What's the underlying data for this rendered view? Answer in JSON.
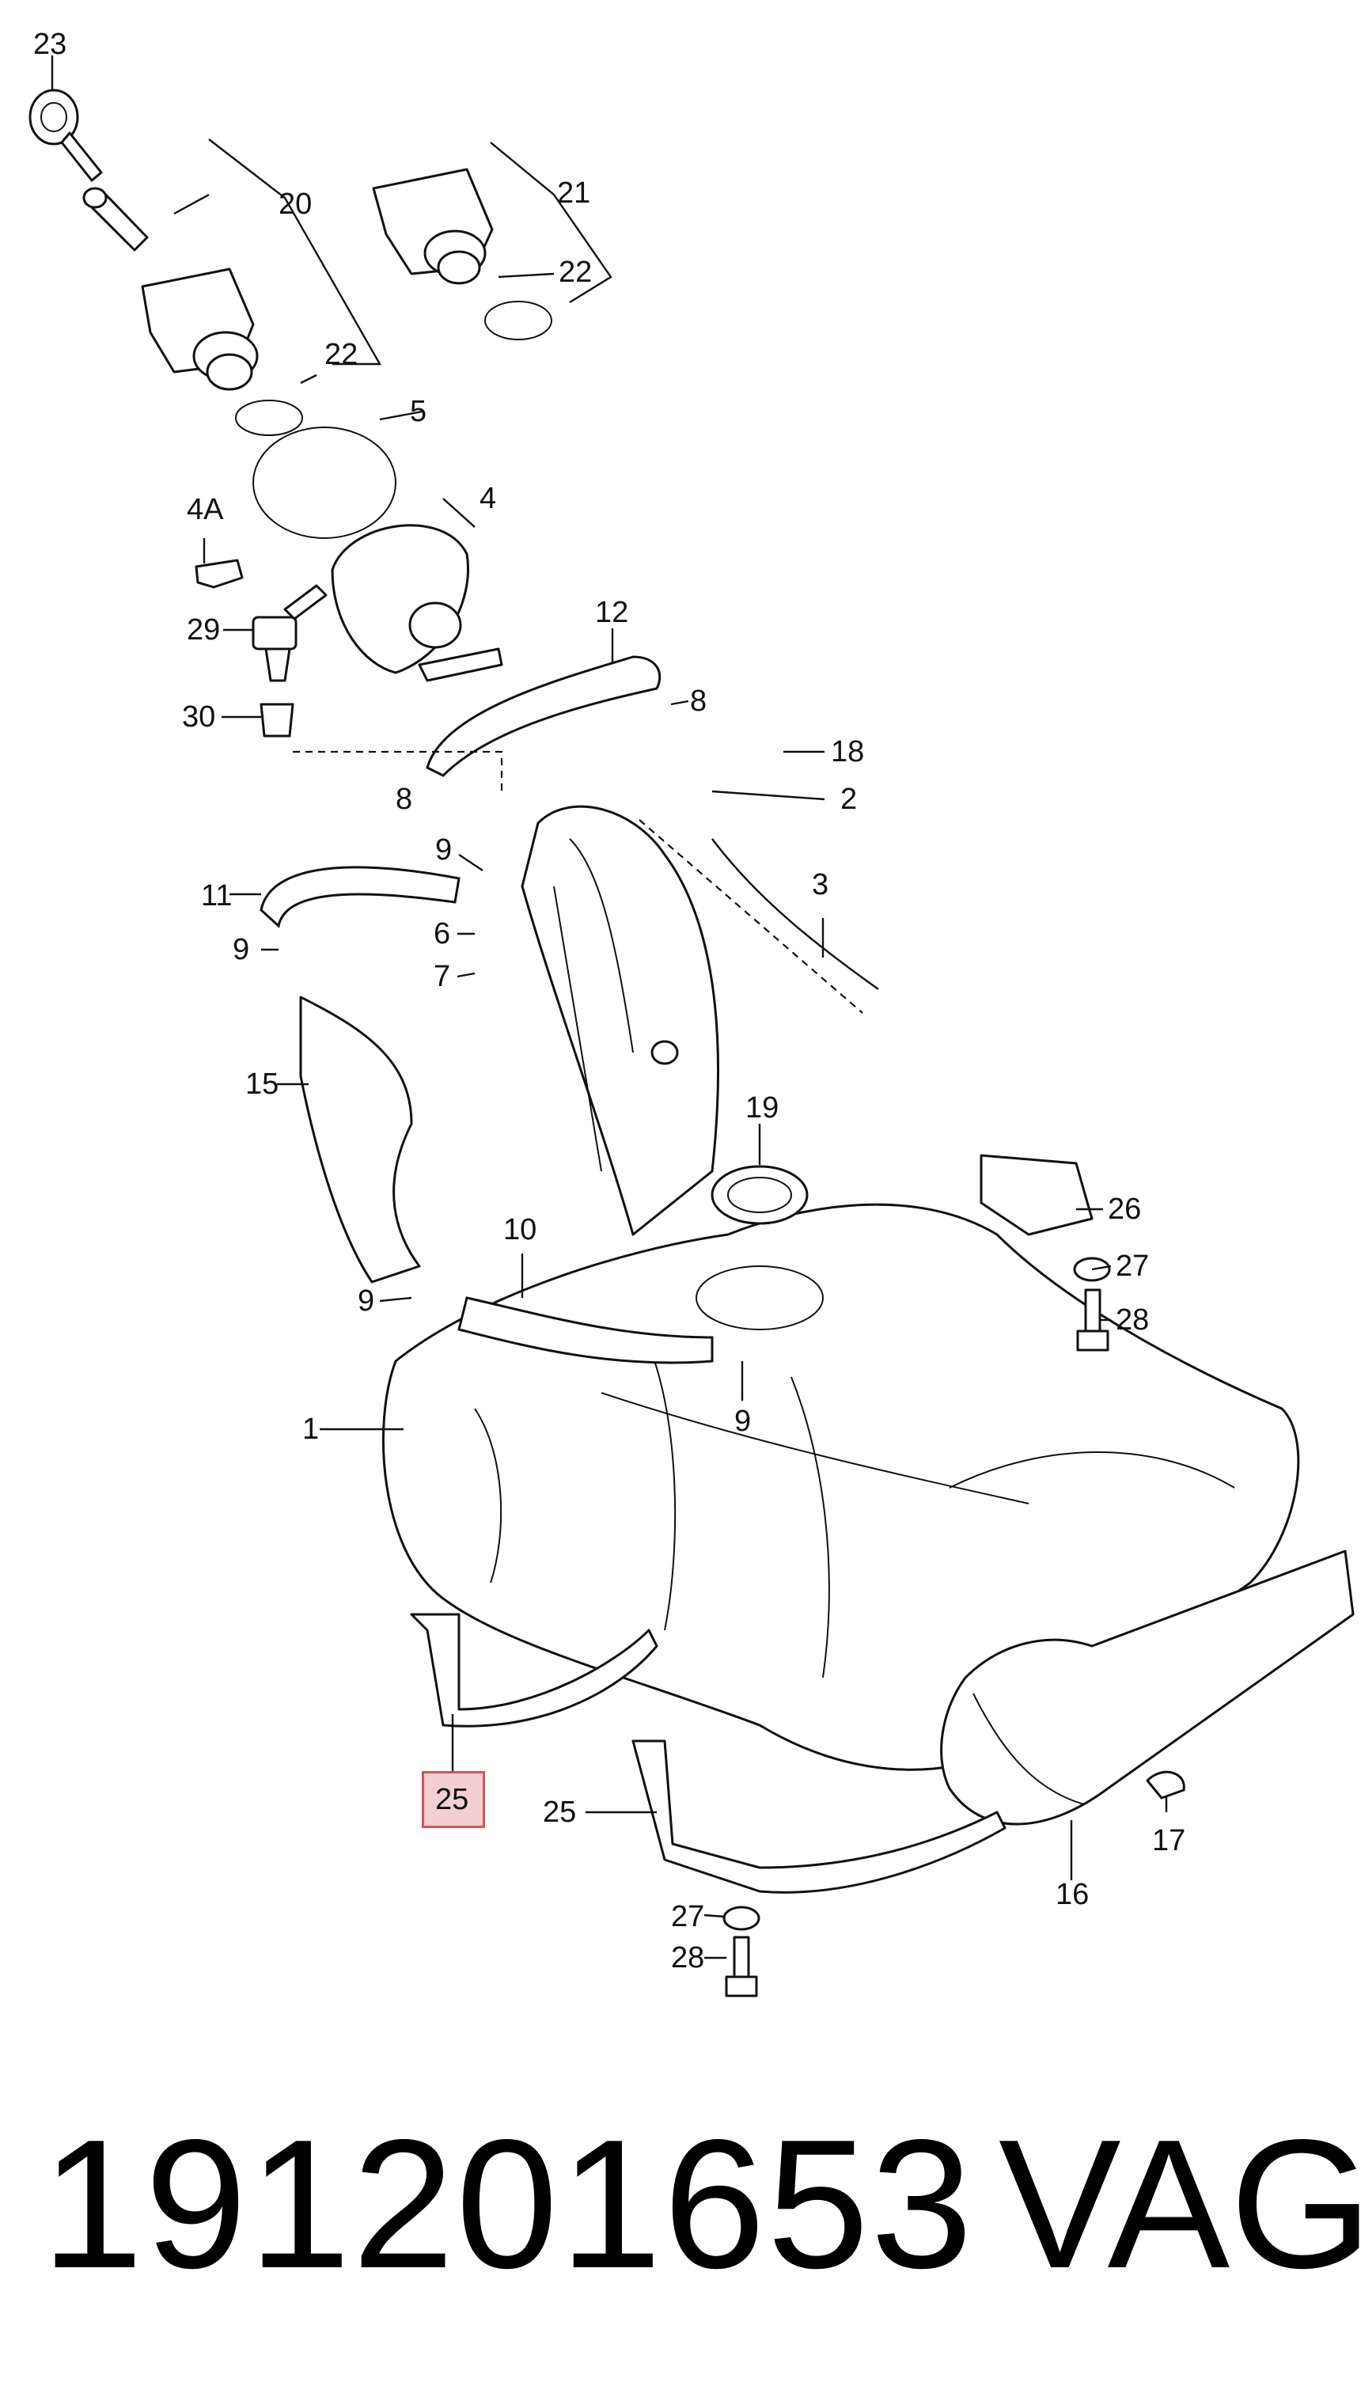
{
  "diagram": {
    "callouts": [
      "23",
      "20",
      "21",
      "22",
      "22",
      "5",
      "4",
      "4A",
      "29",
      "30",
      "12",
      "8",
      "18",
      "8",
      "2",
      "9",
      "3",
      "11",
      "6",
      "9",
      "7",
      "19",
      "15",
      "26",
      "10",
      "27",
      "28",
      "9",
      "1",
      "9",
      "25",
      "17",
      "25",
      "16",
      "27",
      "28"
    ],
    "highlighted_callout": "25"
  },
  "footer": {
    "part_number": "191201653",
    "brand": "VAG"
  },
  "colors": {
    "line": "#111111",
    "highlight_fill": "#f3cfd1",
    "highlight_border": "#d9535a"
  }
}
